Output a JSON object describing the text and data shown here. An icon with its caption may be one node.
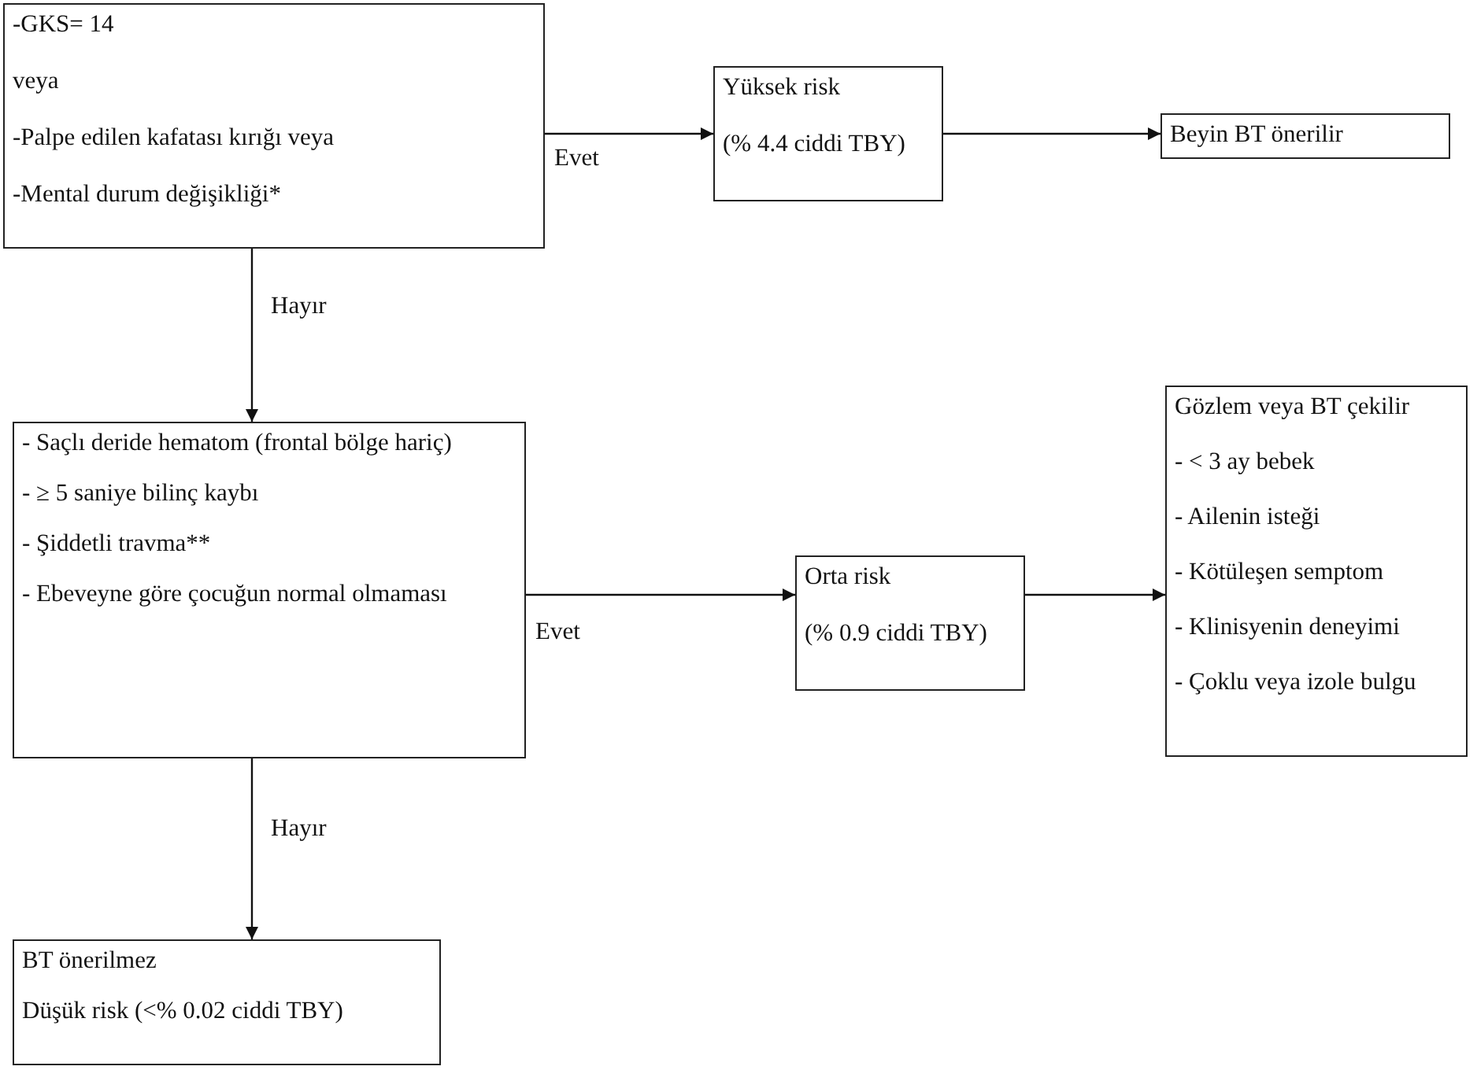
{
  "diagram": {
    "nodes": [
      {
        "text": [
          "-GKS= 14",
          "veya",
          "-Palpe edilen kafatası kırığı veya",
          "-Mental durum değişikliği*"
        ]
      },
      {
        "text": [
          "Yüksek risk",
          "(% 4.4 ciddi TBY)"
        ]
      },
      {
        "text": [
          "Beyin BT önerilir"
        ]
      },
      {
        "text": [
          "- Saçlı deride hematom (frontal bölge hariç)",
          "- ≥ 5 saniye bilinç kaybı",
          "- Şiddetli travma**",
          "- Ebeveyne göre çocuğun normal olmaması"
        ]
      },
      {
        "text": [
          "Orta risk",
          "(% 0.9 ciddi TBY)"
        ]
      },
      {
        "text": [
          "Gözlem veya BT çekilir",
          "- < 3 ay bebek",
          "- Ailenin isteği",
          "- Kötüleşen semptom",
          "- Klinisyenin deneyimi",
          "- Çoklu veya izole bulgu"
        ]
      },
      {
        "text": [
          "BT önerilmez",
          "Düşük risk (<% 0.02 ciddi TBY)"
        ]
      }
    ],
    "edges": [
      {
        "from": 0,
        "to": 1,
        "arrow": "to",
        "label": "Evet"
      },
      {
        "from": 1,
        "to": 2,
        "arrow": "to"
      },
      {
        "from": 0,
        "to": 3,
        "arrow": "to",
        "label": "Hayır"
      },
      {
        "from": 3,
        "to": 4,
        "arrow": "to",
        "label": "Evet"
      },
      {
        "from": 4,
        "to": 5,
        "arrow": "to"
      },
      {
        "from": 3,
        "to": 6,
        "arrow": "to",
        "label": "Hayır"
      }
    ]
  }
}
